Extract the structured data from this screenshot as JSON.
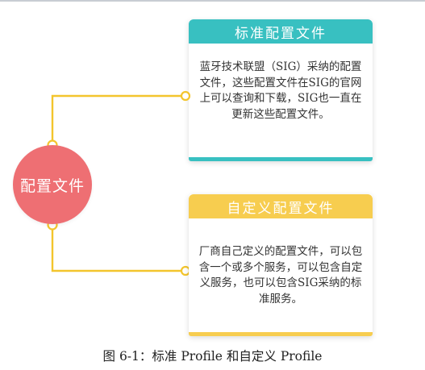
{
  "center_node": {
    "label": "配置文件"
  },
  "cards": {
    "standard": {
      "title": "标准配置文件",
      "body": "蓝牙技术联盟（SIG）采纳的配置文件，这些配置文件在SIG的官网上可以查询和下载，SIG也一直在更新这些配置文件。"
    },
    "custom": {
      "title": "自定义配置文件",
      "body": "厂商自己定义的配置文件，可以包含一个或多个服务，可以包含自定义服务，也可以包含SIG采纳的标准服务。"
    }
  },
  "caption": "图 6-1：标准 Profile 和自定义 Profile",
  "colors": {
    "node": "#ee6f73",
    "teal": "#38c0c1",
    "yellow": "#f7cd4f",
    "connector": "#f3c52d"
  }
}
